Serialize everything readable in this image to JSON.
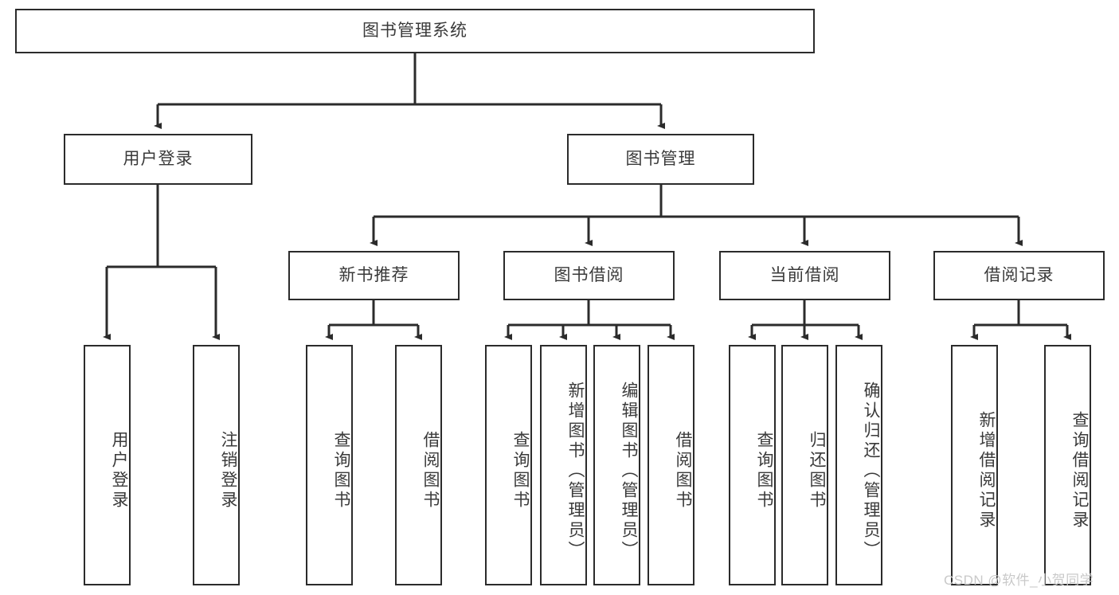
{
  "diagram": {
    "title_node": {
      "label": "图书管理系统"
    },
    "level2": [
      {
        "id": "user-login",
        "label": "用户登录"
      },
      {
        "id": "book-management",
        "label": "图书管理"
      }
    ],
    "level3": [
      {
        "id": "new-book-recommend",
        "label": "新书推荐"
      },
      {
        "id": "book-borrow",
        "label": "图书借阅"
      },
      {
        "id": "current-borrow",
        "label": "当前借阅"
      },
      {
        "id": "borrow-record",
        "label": "借阅记录"
      }
    ],
    "leaves": {
      "user_login": [
        {
          "id": "leaf-user-login",
          "label": "用户登录"
        },
        {
          "id": "leaf-logout",
          "label": "注销登录"
        }
      ],
      "new_book_recommend": [
        {
          "id": "leaf-query-book-1",
          "label": "查询图书"
        },
        {
          "id": "leaf-borrow-book-1",
          "label": "借阅图书"
        }
      ],
      "book_borrow": [
        {
          "id": "leaf-query-book-2",
          "label": "查询图书"
        },
        {
          "id": "leaf-add-book",
          "label": "新增图书（管理员）"
        },
        {
          "id": "leaf-edit-book",
          "label": "编辑图书（管理员）"
        },
        {
          "id": "leaf-borrow-book-2",
          "label": "借阅图书"
        }
      ],
      "current_borrow": [
        {
          "id": "leaf-query-book-3",
          "label": "查询图书"
        },
        {
          "id": "leaf-return-book",
          "label": "归还图书"
        },
        {
          "id": "leaf-confirm-return",
          "label": "确认归还（管理员）"
        }
      ],
      "borrow_record": [
        {
          "id": "leaf-add-record",
          "label": "新增借阅记录"
        },
        {
          "id": "leaf-query-record",
          "label": "查询借阅记录"
        }
      ]
    },
    "watermark": "CSDN @软件_小贺同学",
    "colors": {
      "stroke": "#2b2b2b",
      "text": "#3a3a3a",
      "background": "#ffffff",
      "watermark": "#c9c9c9"
    }
  }
}
